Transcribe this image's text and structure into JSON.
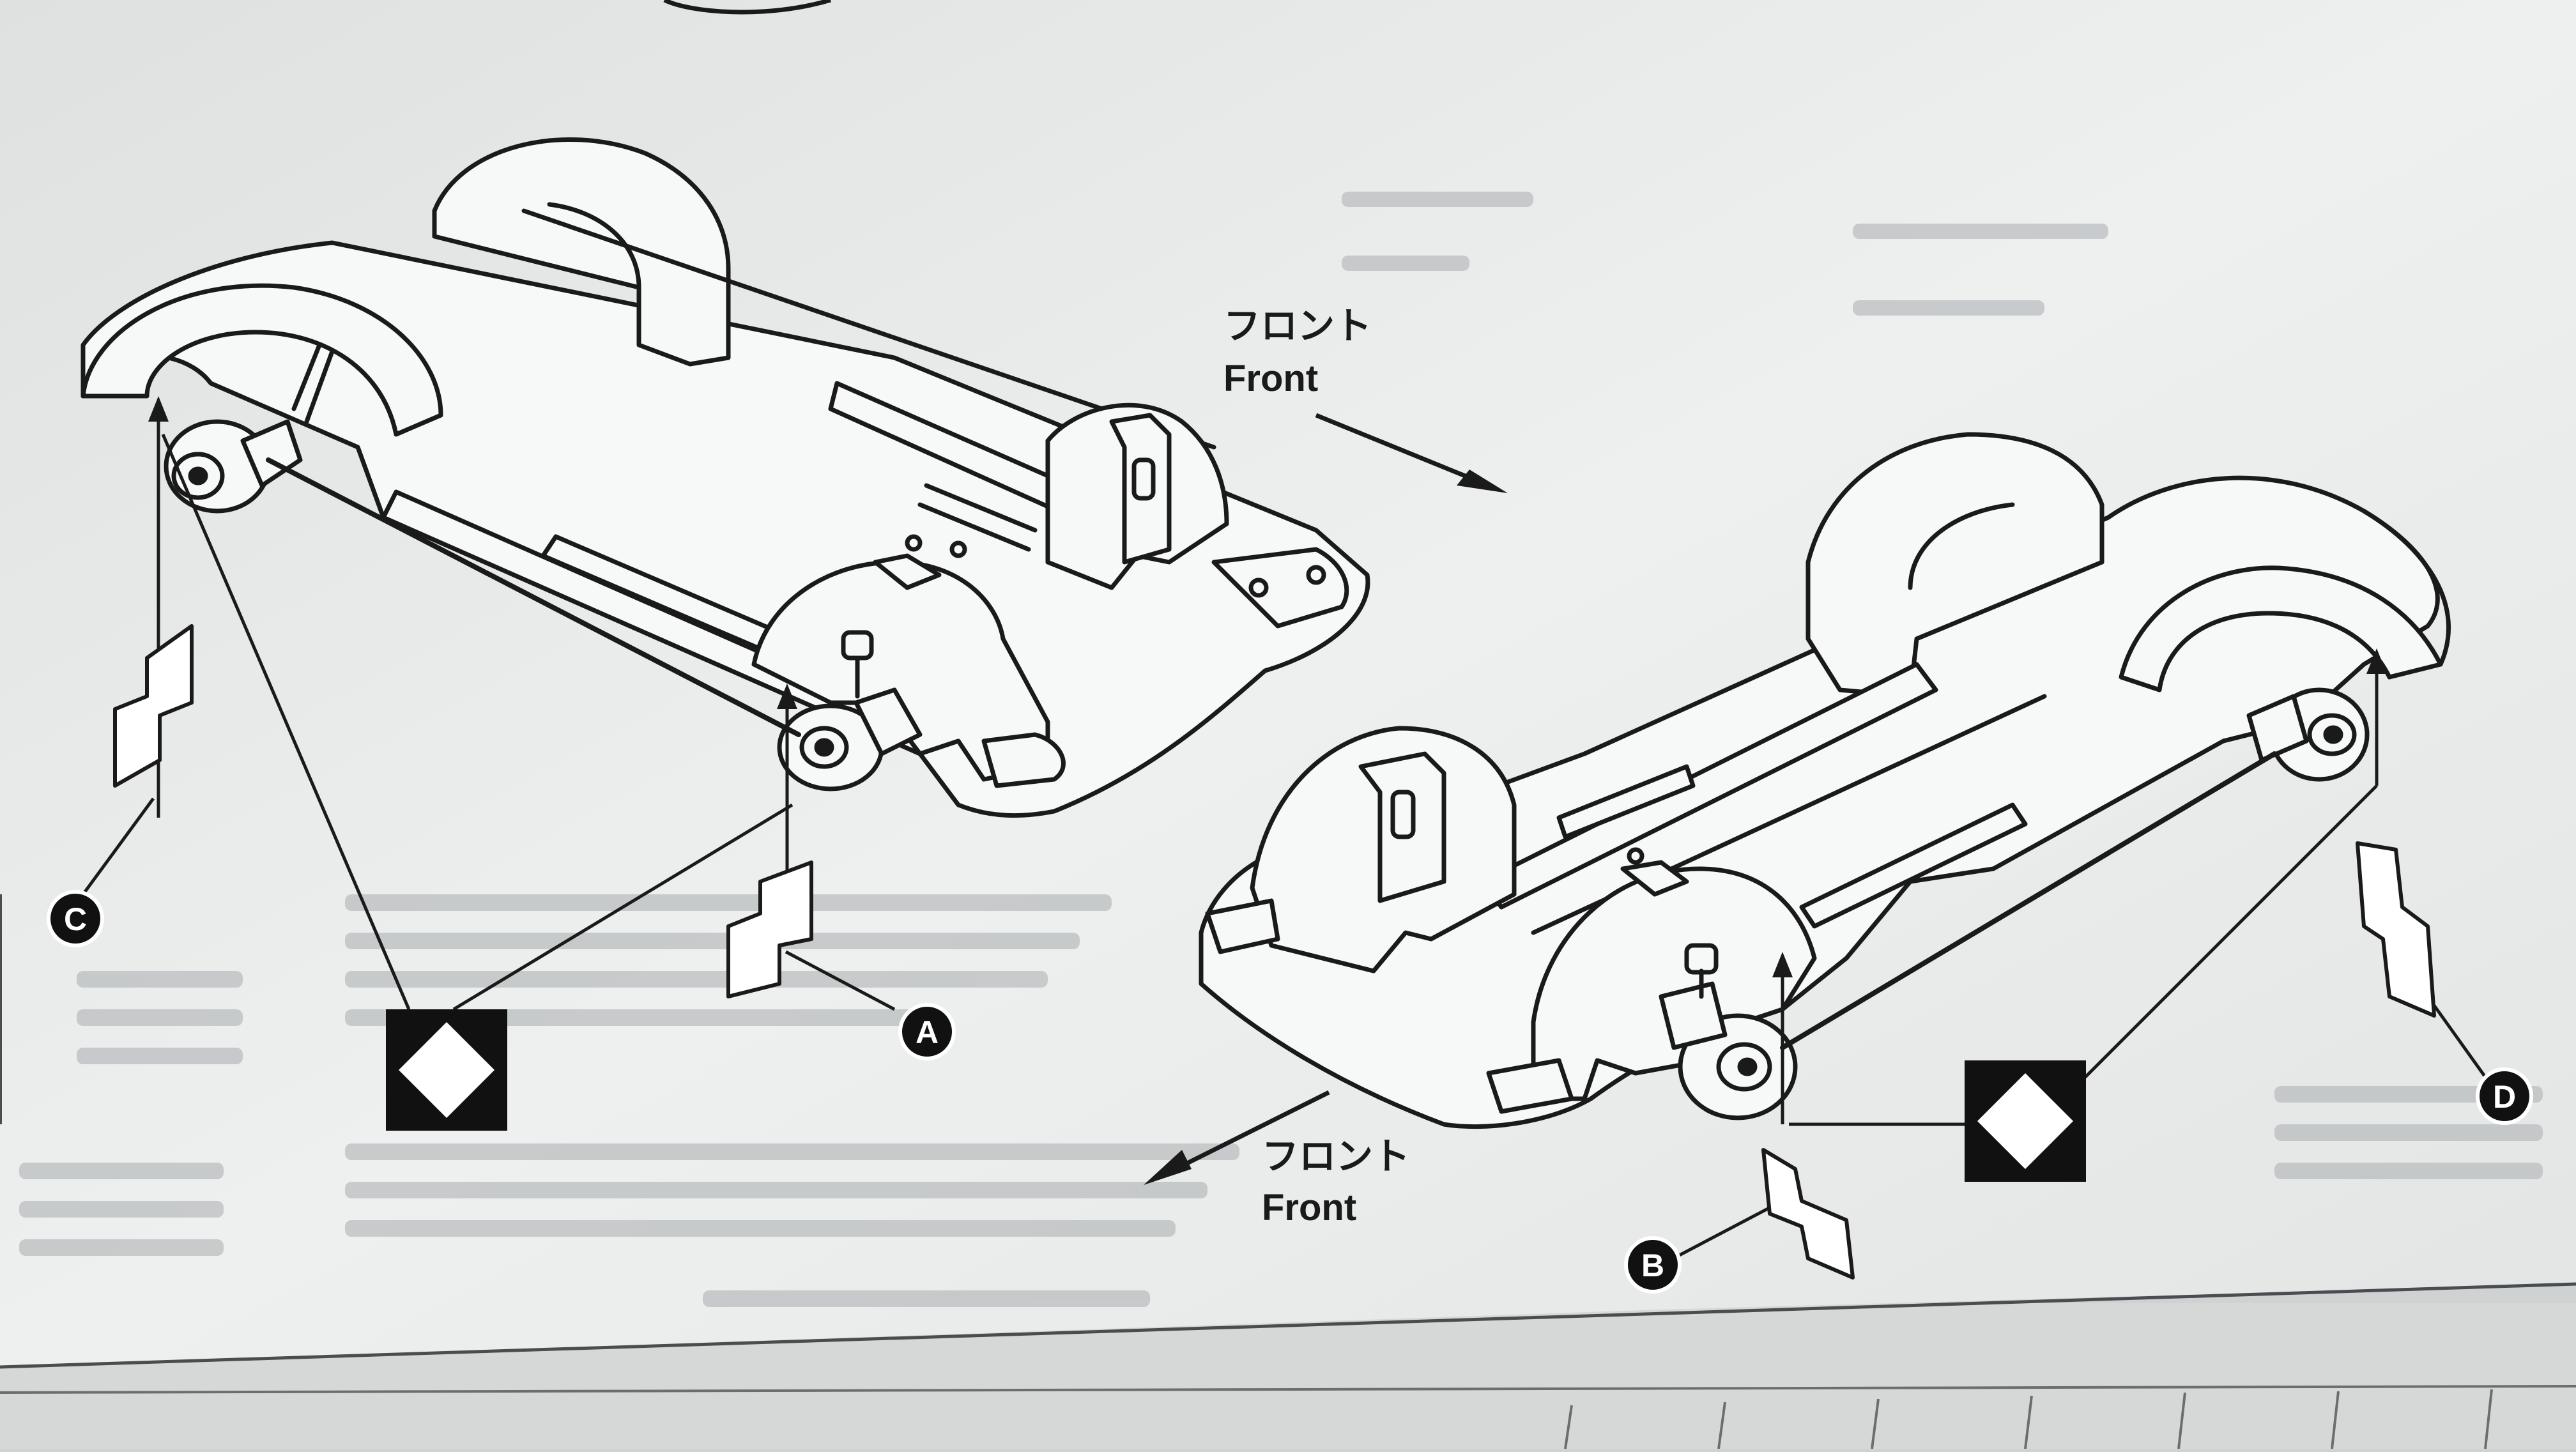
{
  "labels": {
    "front_top_jp": "フロント",
    "front_top_en": "Front",
    "front_bottom_jp": "フロント",
    "front_bottom_en": "Front"
  },
  "markers": {
    "a": "A",
    "b": "B",
    "c": "C",
    "d": "D"
  },
  "colors": {
    "paper": "#e9ebeb",
    "ink": "#1a1a1a",
    "grid_sheet": "#d4d6d6"
  },
  "icons": {
    "part_symbol": "black-square-with-white-diamond-icon"
  }
}
